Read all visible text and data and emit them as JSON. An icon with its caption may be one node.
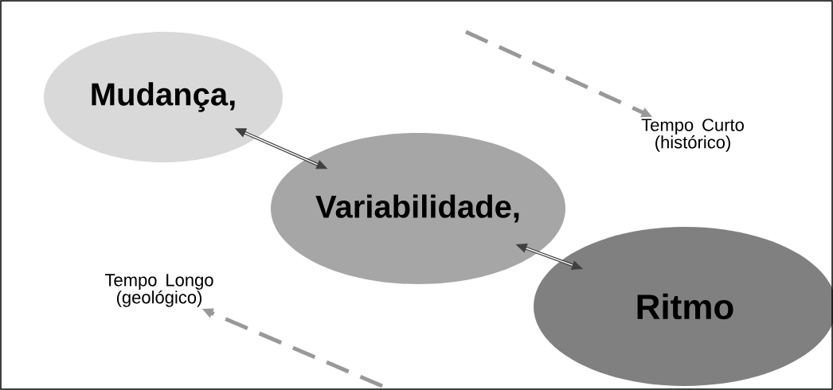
{
  "diagram": {
    "nodes": [
      {
        "text": [
          "Mudança,"
        ]
      },
      {
        "text": [
          "Variabilidade,"
        ]
      },
      {
        "text": [
          "Ritmo"
        ]
      },
      {
        "text": [
          "Tempo Curto (histórico)"
        ]
      },
      {
        "text": [
          "Tempo Longo (geológico)"
        ]
      }
    ],
    "edges": [
      {
        "from": 0,
        "to": 1,
        "arrow": "both"
      },
      {
        "from": 1,
        "to": 2,
        "arrow": "both"
      },
      {
        "from": null,
        "to": 3,
        "arrow": "to",
        "style": "dashed",
        "color": "#999999"
      },
      {
        "from": null,
        "to": 4,
        "arrow": "to",
        "style": "dashed",
        "color": "#999999"
      }
    ]
  }
}
